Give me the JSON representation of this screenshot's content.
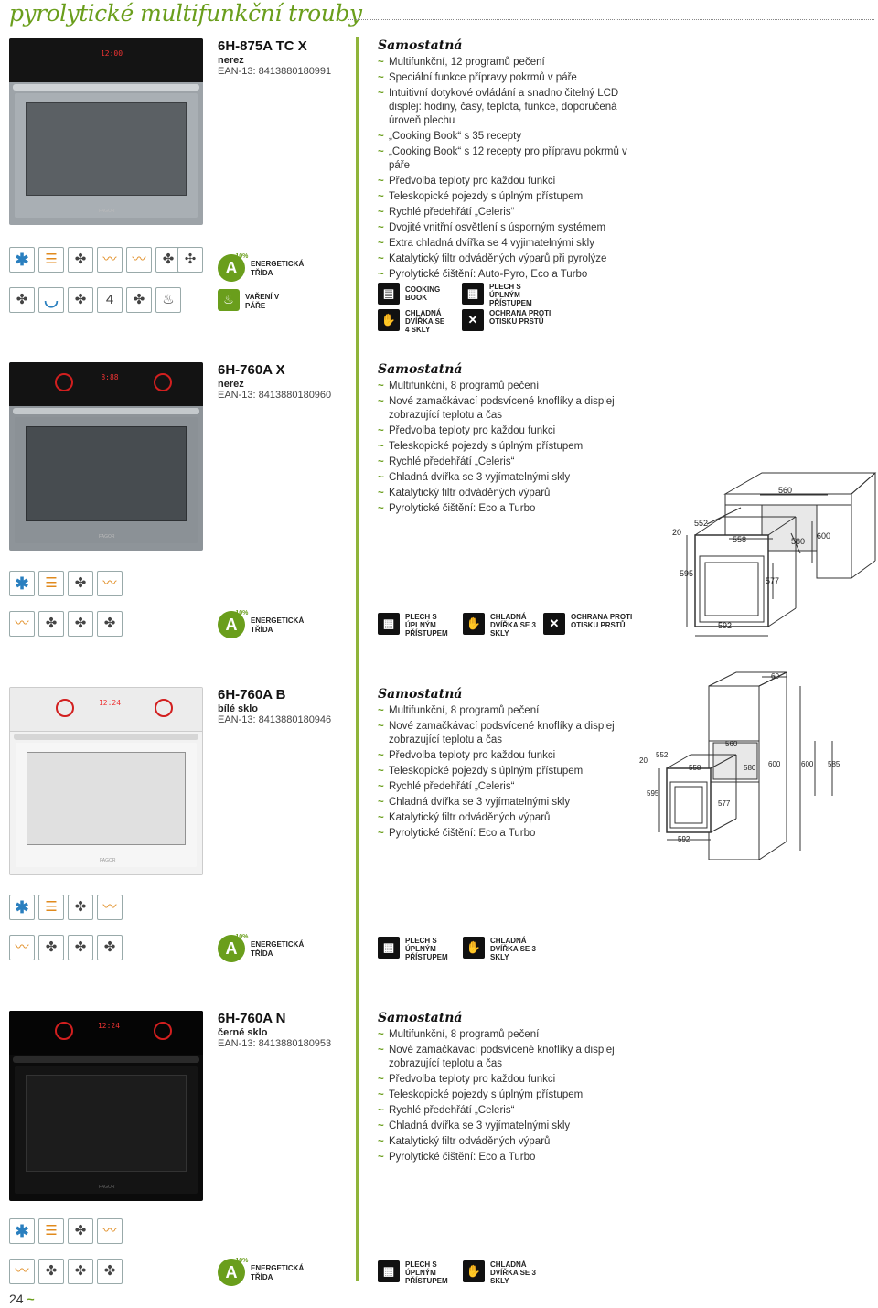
{
  "header": {
    "title": "pyrolytické multifunkční trouby"
  },
  "section_label": "Samostatná",
  "energy_label": "ENERGETICKÁ TŘÍDA",
  "energy_class": "A",
  "energy_pct": "-10%",
  "steam_label": "VAŘENÍ V PÁŘE",
  "icons": {
    "plech": "PLECH S ÚPLNÝM PŘÍSTUPEM",
    "dvirka4": "CHLADNÁ DVÍŘKA SE 4 SKLY",
    "dvirka3": "CHLADNÁ DVÍŘKA SE 3 SKLY",
    "ochrana": "OCHRANA PROTI OTISKU PRSTŮ",
    "cooking": "COOKING BOOK"
  },
  "products": [
    {
      "name": "6H-875A TC X",
      "finish": "nerez",
      "ean": "EAN-13: 8413880180991",
      "display": "12:00",
      "features": [
        "Multifunkční, 12 programů pečení",
        "Speciální funkce přípravy pokrmů v páře",
        "Intuitivní dotykové ovládání a snadno čitelný LCD displej: hodiny, časy, teplota, funkce, doporučená úroveň plechu",
        "„Cooking Book“ s 35 recepty",
        "„Cooking Book“ s 12 recepty pro přípravu pokrmů v páře",
        "Předvolba teploty pro každou funkci",
        "Teleskopické pojezdy s úplným přístupem",
        "Rychlé předehřátí „Celeris“",
        "Dvojité vnitřní osvětlení s úsporným systémem",
        "Extra chladná dvířka se 4 vyjimatelnými skly",
        "Katalytický filtr odváděných výparů při pyrolýze",
        "Pyrolytické čištění: Auto-Pyro, Eco a Turbo"
      ]
    },
    {
      "name": "6H-760A X",
      "finish": "nerez",
      "ean": "EAN-13: 8413880180960",
      "display": "8:88",
      "features": [
        "Multifunkční, 8 programů pečení",
        "Nové zamačkávací podsvícené knoflíky a displej zobrazující teplotu a čas",
        "Předvolba teploty pro každou funkci",
        "Teleskopické pojezdy s úplným přístupem",
        "Rychlé předehřátí „Celeris“",
        "Chladná dvířka se 3 vyjímatelnými skly",
        "Katalytický filtr odváděných výparů",
        "Pyrolytické čištění: Eco a Turbo"
      ]
    },
    {
      "name": "6H-760A B",
      "finish": "bílé sklo",
      "ean": "EAN-13: 8413880180946",
      "display": "12:24",
      "features": [
        "Multifunkční, 8 programů pečení",
        "Nové zamačkávací podsvícené knoflíky a displej zobrazující teplotu a čas",
        "Předvolba teploty pro každou funkci",
        "Teleskopické pojezdy s úplným přístupem",
        "Rychlé předehřátí „Celeris“",
        "Chladná dvířka se 3 vyjímatelnými skly",
        "Katalytický filtr odváděných výparů",
        "Pyrolytické čištění: Eco a Turbo"
      ]
    },
    {
      "name": "6H-760A N",
      "finish": "černé sklo",
      "ean": "EAN-13: 8413880180953",
      "display": "12:24",
      "features": [
        "Multifunkční, 8 programů pečení",
        "Nové zamačkávací podsvícené knoflíky a displej zobrazující teplotu a čas",
        "Předvolba teploty pro každou funkci",
        "Teleskopické pojezdy s úplným přístupem",
        "Rychlé předehřátí „Celeris“",
        "Chladná dvířka se 3 vyjímatelnými skly",
        "Katalytický filtr odváděných výparů",
        "Pyrolytické čištění: Eco a Turbo"
      ]
    }
  ],
  "diagram1": {
    "d560": "560",
    "d20": "20",
    "d552": "552",
    "d558": "558",
    "d580": "580",
    "d600": "600",
    "d595": "595",
    "d577": "577",
    "d592": "592"
  },
  "diagram2": {
    "d60": "60",
    "d560": "560",
    "d20": "20",
    "d552": "552",
    "d558": "558",
    "d580": "580",
    "d600a": "600",
    "d600b": "600",
    "d585": "585",
    "d595": "595",
    "d577": "577",
    "d592": "592"
  },
  "page": {
    "number": "24",
    "tilde": "~"
  }
}
